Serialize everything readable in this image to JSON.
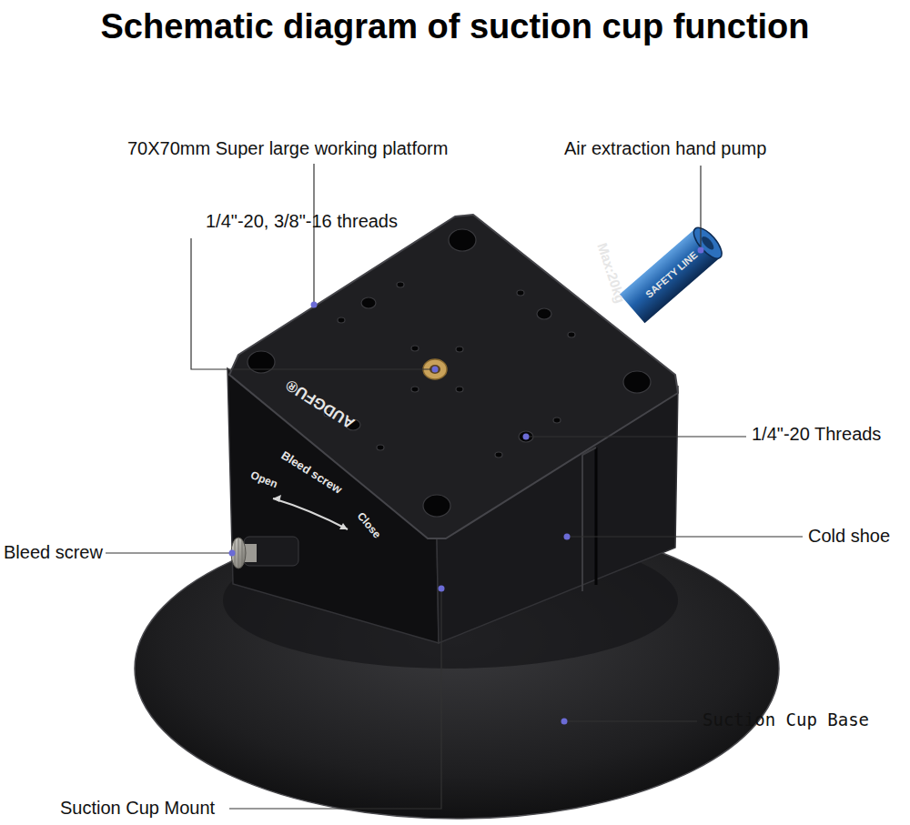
{
  "diagram": {
    "title": "Schematic diagram of suction cup function",
    "labels": [
      "70X70mm Super large working platform",
      "1/4\"-20, 3/8\"-16 threads",
      "Air extraction hand pump",
      "1/4\"-20 Threads",
      "Cold shoe",
      "Bleed screw",
      "Suction Cup Mount",
      "Suction Cup Base",
      "Max:20kg",
      "SAFETY LINE",
      "AUDGFU®",
      "Bleed screw",
      "Open",
      "Close"
    ]
  }
}
